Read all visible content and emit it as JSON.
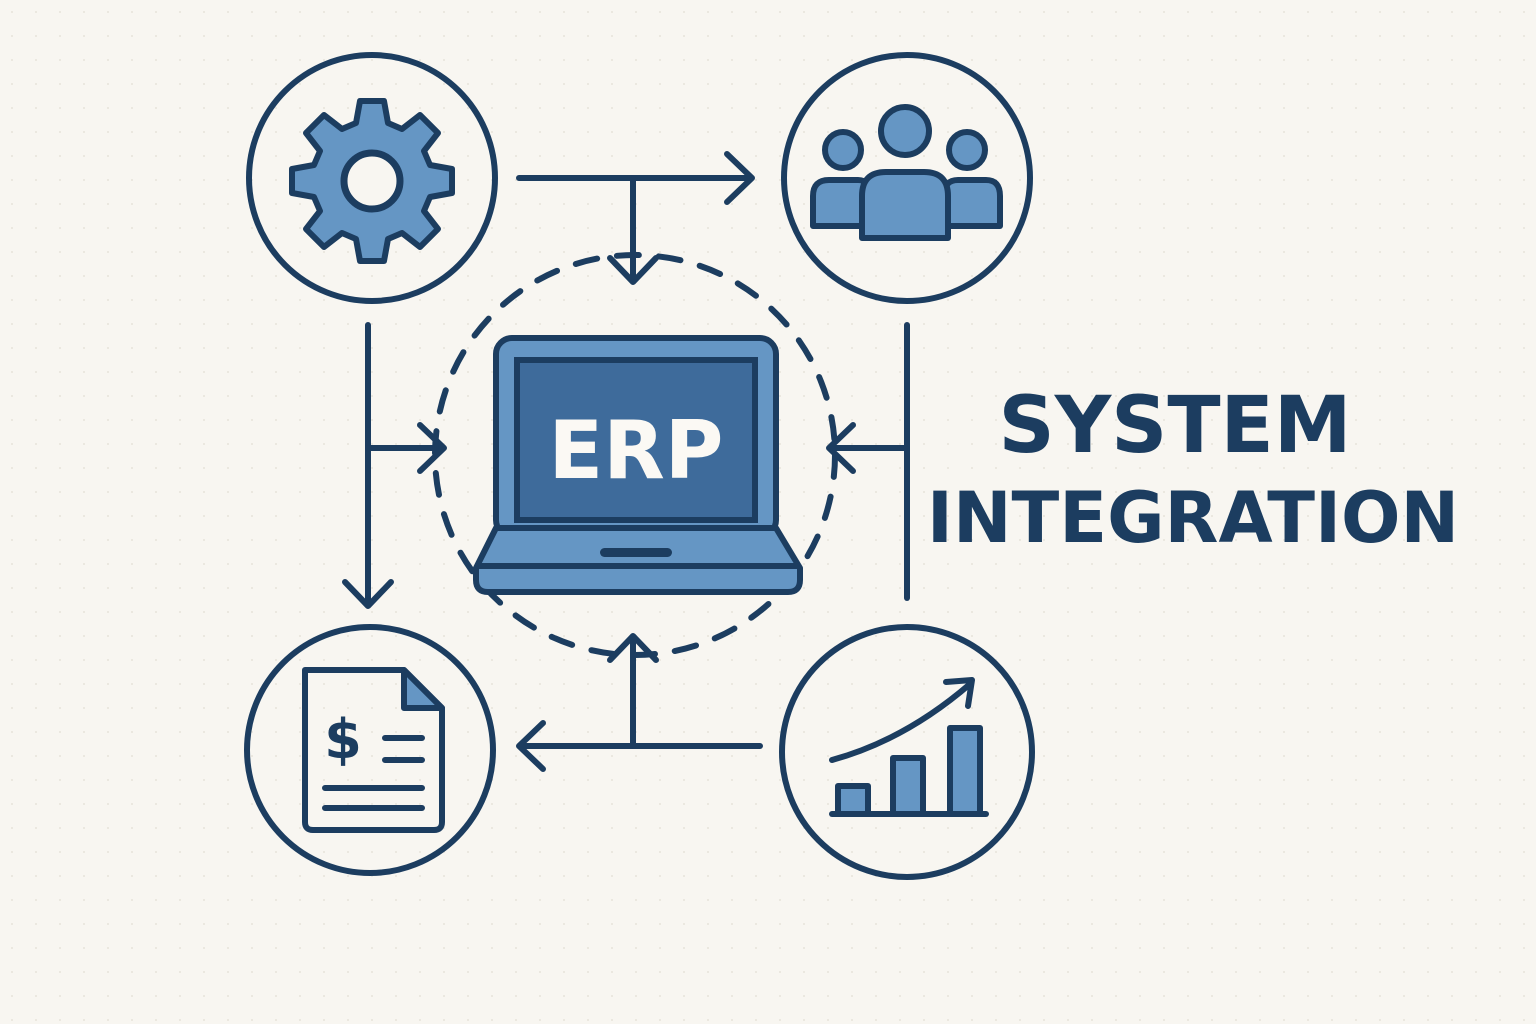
{
  "title": {
    "line1": "SYSTEM",
    "line2": "INTEGRATION"
  },
  "center": {
    "label": "ERP",
    "icon": "laptop-icon"
  },
  "nodes": [
    {
      "icon": "gear-icon"
    },
    {
      "icon": "people-icon"
    },
    {
      "icon": "invoice-document-icon",
      "symbol": "$"
    },
    {
      "icon": "growth-chart-icon"
    }
  ],
  "colors": {
    "navy": "#1c3d60",
    "blue": "#6596c4",
    "screen": "#3e6b9b",
    "background": "#f8f6f1"
  }
}
